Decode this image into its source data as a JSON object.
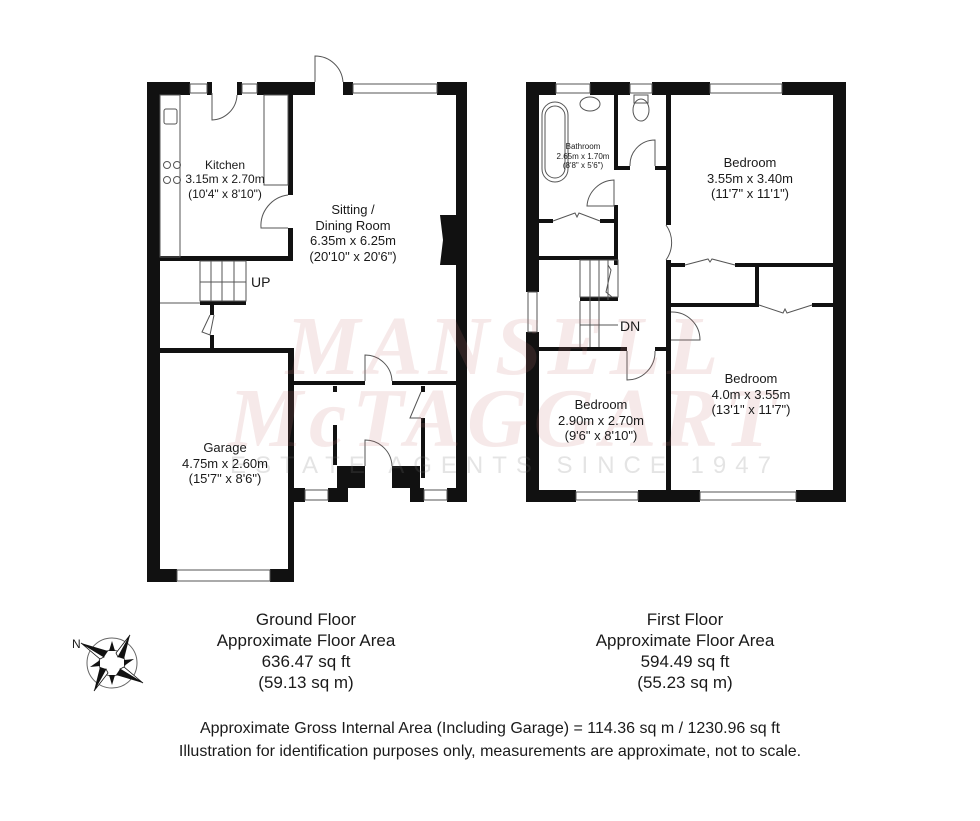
{
  "watermark": {
    "line1": "MANSELL",
    "line2": "McTAGGART",
    "line3": "ESTATE AGENTS SINCE 1947"
  },
  "ground_floor": {
    "rooms": [
      {
        "name": "Kitchen",
        "metric": "3.15m x 2.70m",
        "imperial": "(10'4\" x 8'10\")"
      },
      {
        "name_line1": "Sitting /",
        "name_line2": "Dining Room",
        "metric": "6.35m x 6.25m",
        "imperial": "(20'10\" x 20'6\")"
      },
      {
        "name": "Garage",
        "metric": "4.75m x 2.60m",
        "imperial": "(15'7\" x 8'6\")"
      }
    ],
    "stairs_label": "UP",
    "caption": {
      "title": "Ground Floor",
      "subtitle": "Approximate Floor Area",
      "area_sqft": "636.47 sq ft",
      "area_sqm": "(59.13 sq m)"
    }
  },
  "first_floor": {
    "rooms": [
      {
        "name": "Bathroom",
        "metric": "2.65m x 1.70m",
        "imperial": "(8'8\" x 5'6\")"
      },
      {
        "name": "Bedroom",
        "metric": "3.55m x 3.40m",
        "imperial": "(11'7\" x 11'1\")"
      },
      {
        "name": "Bedroom",
        "metric": "2.90m x 2.70m",
        "imperial": "(9'6\" x 8'10\")"
      },
      {
        "name": "Bedroom",
        "metric": "4.0m x 3.55m",
        "imperial": "(13'1\" x 11'7\")"
      }
    ],
    "stairs_label": "DN",
    "caption": {
      "title": "First Floor",
      "subtitle": "Approximate Floor Area",
      "area_sqft": "594.49 sq ft",
      "area_sqm": "(55.23 sq m)"
    }
  },
  "compass": {
    "north_label": "N"
  },
  "footer": {
    "gross_area": "Approximate Gross Internal Area (Including Garage) = 114.36 sq m / 1230.96 sq ft",
    "disclaimer": "Illustration for identification purposes only, measurements are approximate, not to scale."
  },
  "colors": {
    "wall": "#111111",
    "watermark": "#c87878",
    "background": "#ffffff"
  }
}
